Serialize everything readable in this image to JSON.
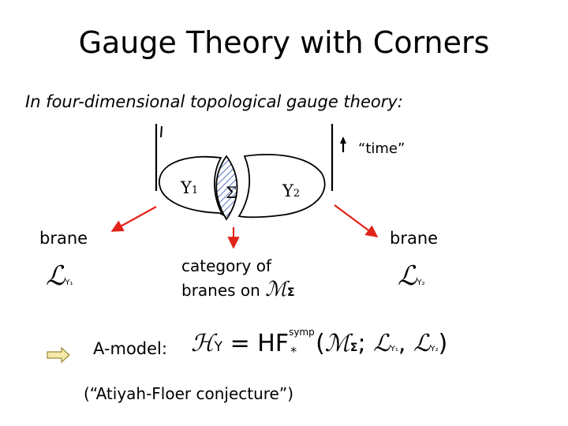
{
  "title": "Gauge Theory with Corners",
  "intro": "In four-dimensional topological gauge theory:",
  "diagram": {
    "time_label": "“time”",
    "y1_label": "Y",
    "y1_sub": "1",
    "sigma_label": "Σ",
    "y2_label": "Y",
    "y2_sub": "2",
    "left_brane_label": "brane",
    "right_brane_label": "brane",
    "left_brane_symbol": "ℒ",
    "left_brane_sub": "Y₁",
    "right_brane_symbol": "ℒ",
    "right_brane_sub": "Y₂",
    "category_line1": "category of",
    "category_line2": "branes on",
    "category_symbol": "ℳ",
    "category_sub": "Σ",
    "arrow_color": "#e2231a",
    "hatch_color": "#1a3fa8"
  },
  "amodel": {
    "label": "A-model:",
    "h_symbol": "ℋ",
    "h_sub": "Y",
    "equals": " = HF",
    "sup": "symp",
    "star": "*",
    "paren_open": "(",
    "m_symbol": "ℳ",
    "m_sub": "Σ",
    "semicolon": "; ",
    "l1_symbol": "ℒ",
    "l1_sub": "Y₁",
    "comma": ", ",
    "l2_symbol": "ℒ",
    "l2_sub": "Y₂",
    "paren_close": ")"
  },
  "conjecture": "(“Atiyah-Floer conjecture”)"
}
